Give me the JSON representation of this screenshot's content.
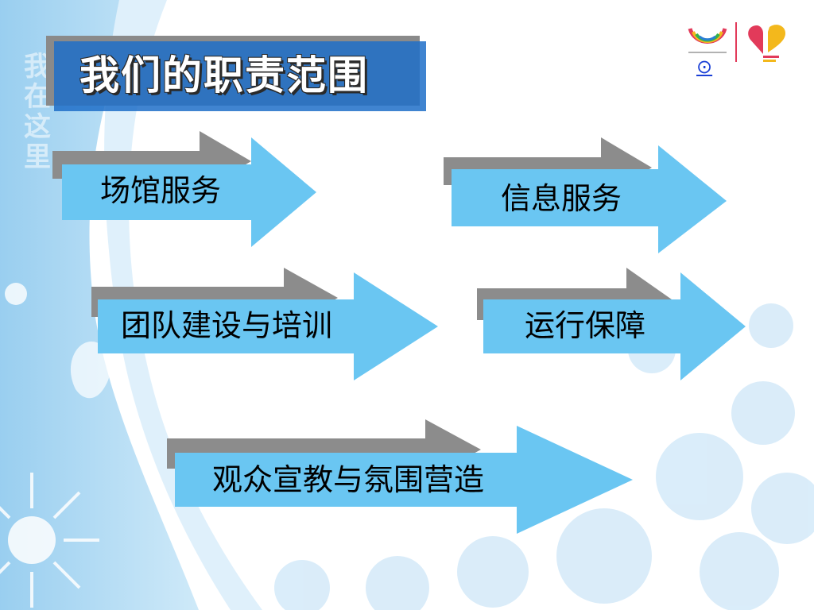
{
  "slide": {
    "title": "我们的职责范围",
    "side_text": [
      "我",
      "在",
      "这",
      "里"
    ],
    "nav_symbol": "⊙",
    "arrows": [
      {
        "label": "场馆服务"
      },
      {
        "label": "信息服务"
      },
      {
        "label": "团队建设与培训"
      },
      {
        "label": "运行保障"
      },
      {
        "label": "观众宣教与氛围营造"
      }
    ]
  },
  "colors": {
    "arrow_fill": "#6ac6f2",
    "arrow_shadow": "#8c8c8c",
    "title_bg": "#1e6ec8",
    "background_left": "#9fd2f0"
  },
  "icons": [
    "universiade-logo-icon",
    "volunteer-heart-logo-icon"
  ]
}
